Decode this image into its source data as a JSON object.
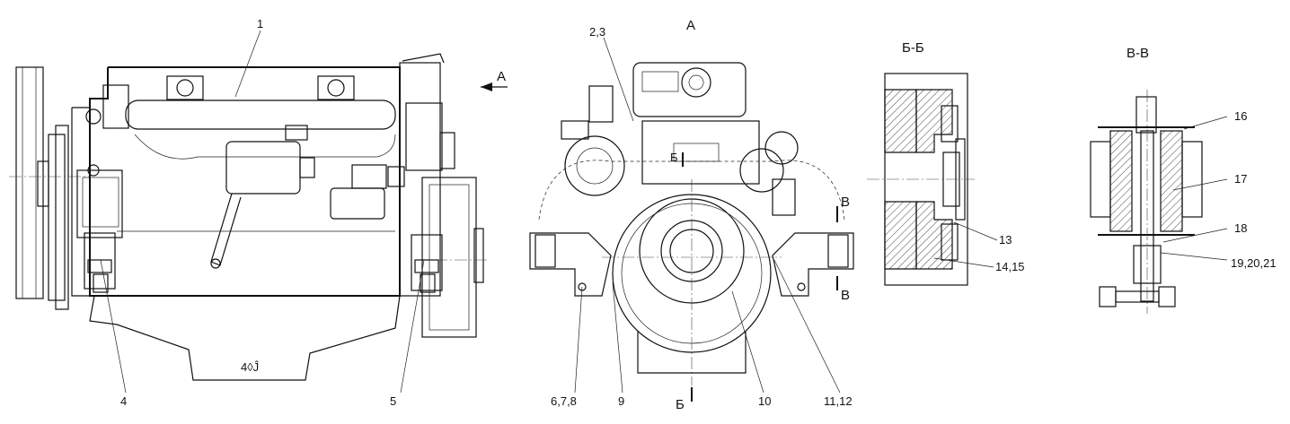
{
  "labels": {
    "view_a_arrow": "A",
    "view_a_title": "A",
    "section_bb_title": "Б-Б",
    "section_vv_title": "В-В",
    "cut_b_top": "Б",
    "cut_b_bottom": "Б",
    "cut_v_top": "В",
    "cut_v_bottom": "В"
  },
  "callouts": {
    "c1": "1",
    "c2_3": "2,3",
    "c4": "4",
    "c5": "5",
    "c6_7_8": "6,7,8",
    "c9": "9",
    "c10": "10",
    "c11_12": "11,12",
    "c13": "13",
    "c14_15": "14,15",
    "c16": "16",
    "c17": "17",
    "c18": "18",
    "c19_20_21": "19,20,21"
  }
}
